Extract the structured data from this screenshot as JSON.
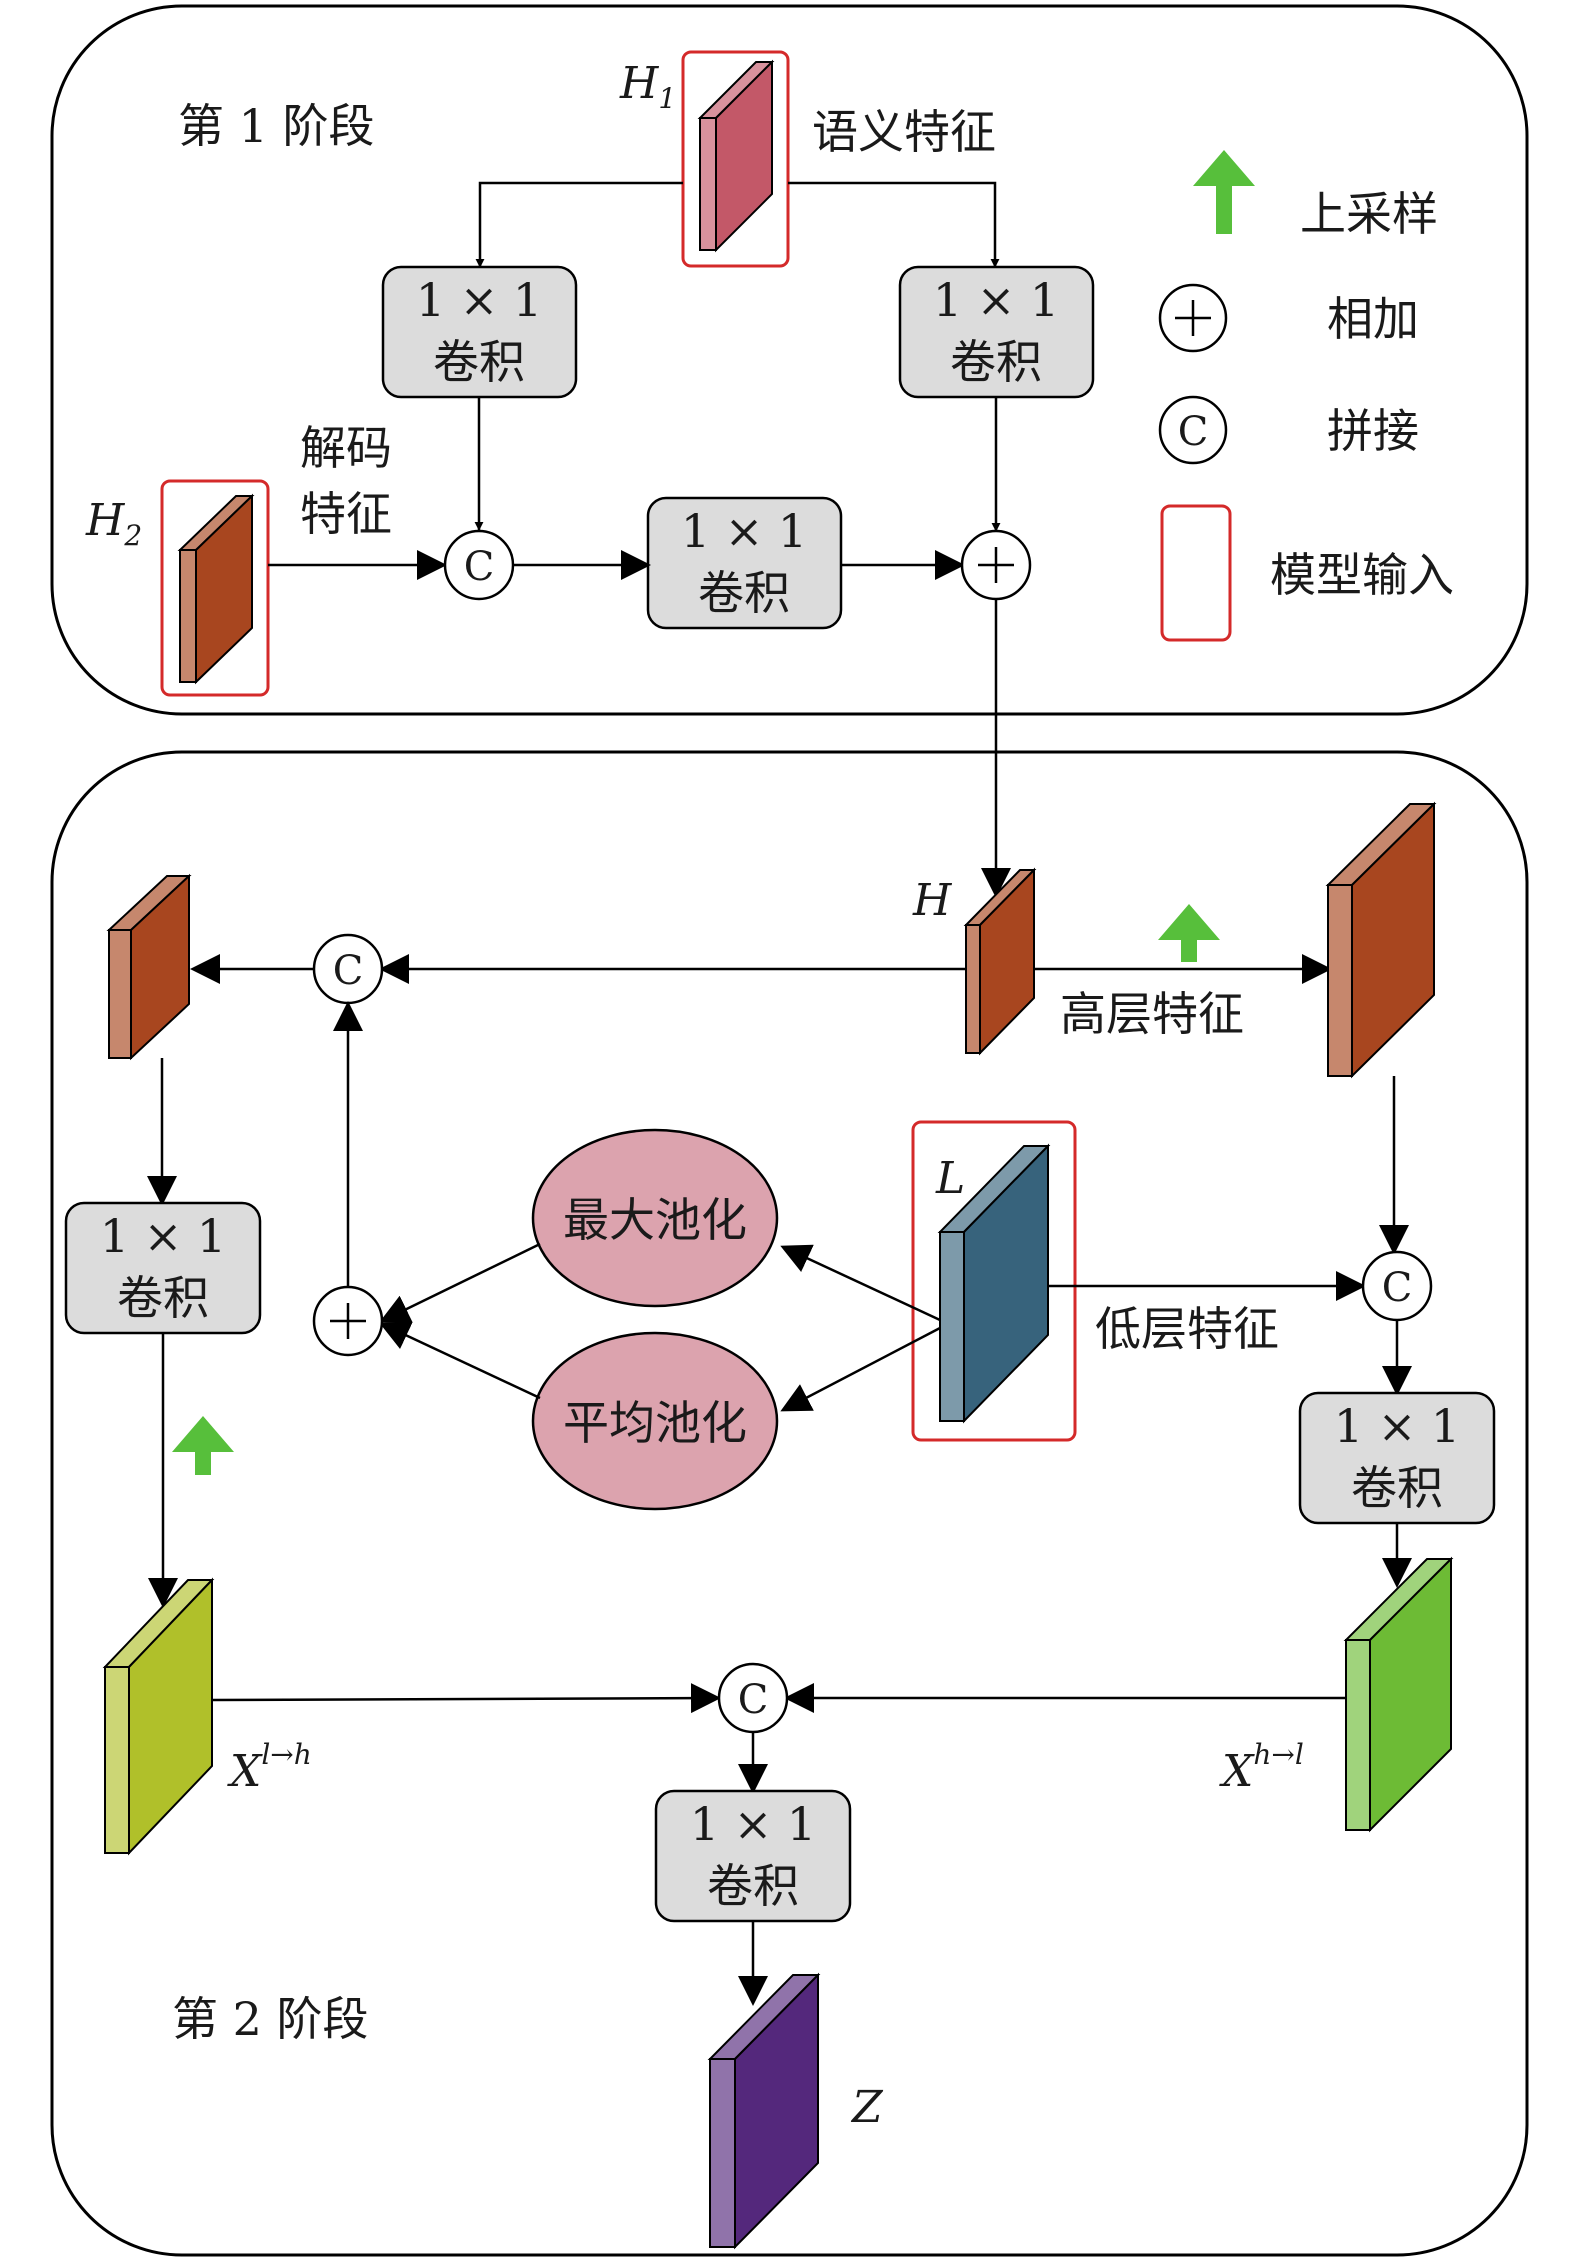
{
  "stage1": {
    "title": "第 1 阶段",
    "h1": {
      "var": "H",
      "sub": "1",
      "caption": "语义特征"
    },
    "h2": {
      "var": "H",
      "sub": "2",
      "caption_line1": "解码",
      "caption_line2": "特征"
    },
    "conv_left": {
      "line1": "1 × 1",
      "line2": "卷积"
    },
    "conv_right": {
      "line1": "1 × 1",
      "line2": "卷积"
    },
    "conv_mid": {
      "line1": "1 × 1",
      "line2": "卷积"
    }
  },
  "legend": {
    "upsample": "上采样",
    "add": "相加",
    "concat": "拼接",
    "model_input": "模型输入"
  },
  "stage2": {
    "title": "第 2 阶段",
    "h": {
      "var": "H",
      "caption": "高层特征"
    },
    "l": {
      "var": "L",
      "caption": "低层特征"
    },
    "maxpool": "最大池化",
    "avgpool": "平均池化",
    "conv_left": {
      "line1": "1 × 1",
      "line2": "卷积"
    },
    "conv_right": {
      "line1": "1 × 1",
      "line2": "卷积"
    },
    "conv_bottom": {
      "line1": "1 × 1",
      "line2": "卷积"
    },
    "x_lh": {
      "var": "X",
      "sup": "l→h"
    },
    "x_hl": {
      "var": "X",
      "sup": "h→l"
    },
    "z": {
      "var": "Z"
    }
  },
  "symbols": {
    "concat": "C",
    "add": "+"
  },
  "colors": {
    "h1_feature": "#c35868",
    "h2_feature": "#a8461f",
    "h_feature": "#a8461f",
    "l_feature": "#37637c",
    "x_lh_feature": "#b0c02a",
    "x_hl_feature": "#6dbb35",
    "z_feature": "#54287c",
    "pool_ellipse": "#dca3ae",
    "conv_box": "#dcdcdc",
    "input_frame": "#d42a2a",
    "upsample_arrow": "#57bf3b"
  },
  "icons": {
    "upsample": "up-arrow-icon",
    "add": "circled-plus-icon",
    "concat": "circled-c-icon",
    "model_input": "red-frame-icon"
  }
}
